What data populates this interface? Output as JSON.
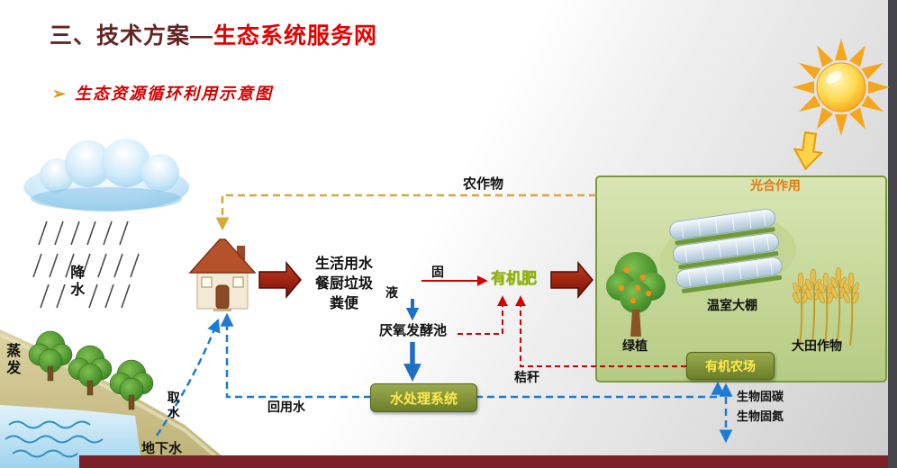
{
  "slide": {
    "title_prefix": "三、技术方案—",
    "title_highlight": "生态系统服务网",
    "subtitle_bullet": "➢",
    "subtitle": "生态资源循环利用示意图"
  },
  "diagram": {
    "photosynthesis": "光合作用",
    "crops": "农作物",
    "precipitation": "降水",
    "evaporation": "蒸发",
    "house_outputs": [
      "生活用水",
      "餐厨垃圾",
      "粪便"
    ],
    "solid": "固",
    "liquid": "液",
    "organic_fertilizer": "有机肥",
    "anaerobic_pool": "厌氧发酵池",
    "water_treatment": "水处理系统",
    "reuse_water": "回用水",
    "water_intake": "取水",
    "groundwater": "地下水",
    "straw": "秸秆",
    "green_plants": "绿植",
    "greenhouse": "温室大棚",
    "field_crops": "大田作物",
    "organic_farm": "有机农场",
    "bio_carbon": "生物固碳",
    "bio_nitrogen": "生物固氮"
  },
  "colors": {
    "title_prefix": "#632423",
    "title_highlight": "#e60000",
    "badge_text": "#ffe94d",
    "badge_fill": "#7d8f33",
    "green_box": "#c7d89b",
    "footer_bar": "#7a2026",
    "dashed_blue": "#1e7ad4",
    "dashed_red": "#d40000",
    "dashed_yellow": "#d8a73e",
    "solid_arrow_red": "#9b1c10"
  }
}
